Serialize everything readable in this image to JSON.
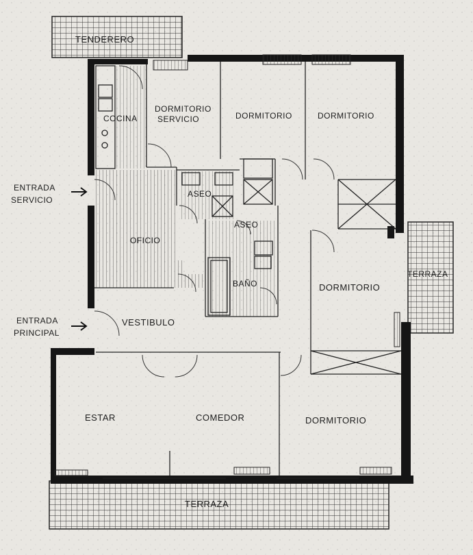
{
  "plan": {
    "rooms": {
      "tenderero": "TENDERERO",
      "cocina": "COCINA",
      "dormitorio_servicio_1": "DORMITORIO",
      "dormitorio_servicio_2": "SERVICIO",
      "dormitorio_a": "DORMITORIO",
      "dormitorio_b": "DORMITORIO",
      "aseo_1": "ASEO",
      "aseo_2": "ASEO",
      "oficio": "OFICIO",
      "bano": "BAÑO",
      "dormitorio_c": "DORMITORIO",
      "terraza_side": "TERRAZA",
      "vestibulo": "VESTIBULO",
      "estar": "ESTAR",
      "comedor": "COMEDOR",
      "dormitorio_d": "DORMITORIO",
      "terraza_bottom": "TERRAZA"
    },
    "entrances": {
      "servicio_1": "ENTRADA",
      "servicio_2": "SERVICIO",
      "principal_1": "ENTRADA",
      "principal_2": "PRINCIPAL"
    }
  },
  "colors": {
    "paper": "#e9e7e2",
    "ink": "#151515"
  }
}
